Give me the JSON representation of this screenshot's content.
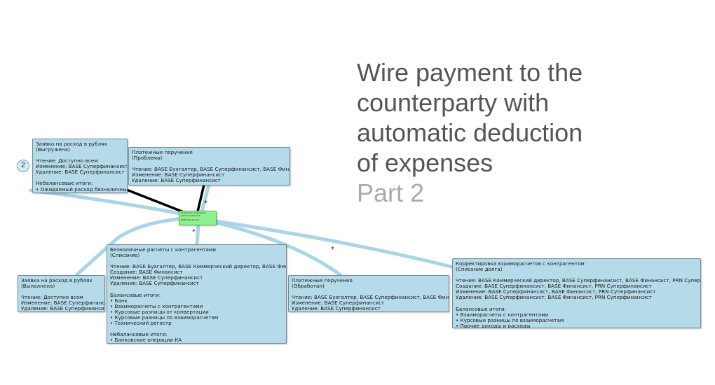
{
  "title": {
    "lines": [
      "Wire payment to the",
      "counterparty with",
      "automatic deduction",
      "of expenses"
    ],
    "subtitle": "Part 2"
  },
  "badge": "2",
  "edge_marker": "*",
  "colors": {
    "node_fill": "#b5dbea",
    "center_fill": "#8ef08e",
    "edge": "#a9d5e6",
    "edge_strong": "#000000"
  },
  "nodes": {
    "center": {
      "lines": [
        "Платежное поручение",
        "(Запись платежа)",
        "",
        "BASE Финансист"
      ]
    },
    "request_uploaded": {
      "lines": [
        "Заявка на расход в рублях",
        "(Выгружена)",
        "",
        "Чтение: Доступно всем",
        "Изменение: BASE Суперфинансист",
        "Удаление: BASE Суперфинансист",
        "",
        "Небалансовые итоги:",
        "• Ожидаемый расход безналичных ДС"
      ]
    },
    "payment_problem": {
      "lines": [
        "Платежные поручения",
        "(Проблема)",
        "",
        "Чтение: BASE Бухгалтер, BASE Суперфинансист, BASE Финансист",
        "Изменение: BASE Суперфинансист",
        "Удаление: BASE Суперфинансист"
      ]
    },
    "request_done": {
      "lines": [
        "Заявка на расход в рублях",
        "(Выполнена)",
        "",
        "Чтение: Доступно всем",
        "Изменение: BASE Суперфинансист",
        "Удаление: BASE Суперфинансист"
      ]
    },
    "cashless_writeoff": {
      "lines": [
        "Безналичные расчеты с контрагентами",
        "(Списание)",
        "",
        "Чтение: BASE Бухгалтер, BASE Коммерческий директор, BASE Финансист",
        "Создание: BASE Финансист",
        "Изменение: BASE Суперфинансист",
        "Удаление: BASE Суперфинансист",
        "",
        "Балансовые итоги:",
        "• Банк",
        "• Взаиморасчеты с контрагентами",
        "• Курсовые разницы от конвертации",
        "• Курсовые разницы по взаиморасчетам",
        "• Технический регистр",
        "",
        "Небалансовые итоги:",
        "• Банковские операции КА"
      ]
    },
    "payment_processed": {
      "lines": [
        "Платежные поручения",
        "(Обработан)",
        "",
        "Чтение: BASE Бухгалтер, BASE Суперфинансист, BASE Финансист",
        "Изменение: BASE Суперфинансист",
        "Удаление: BASE Суперфинансист"
      ]
    },
    "debt_adjustment": {
      "lines": [
        "Корректировка взаиморасчетов с контрагентом",
        "(Списание долга)",
        "",
        "Чтение: BASE Коммерческий директор, BASE Суперфинансист, BASE Финансист, PRN Суперфинансист",
        "Создание: BASE Суперфинансист, BASE Финансист, PRN Суперфинансист",
        "Изменение: BASE Суперфинансист, BASE Финансист, PRN Суперфинансист",
        "Удаление: BASE Суперфинансист, BASE Финансист, PRN Суперфинансист",
        "",
        "Балансовые итоги:",
        "• Взаиморасчеты с контрагентами",
        "• Курсовые разницы по взаиморасчетам",
        "• Прочие доходы и расходы"
      ]
    }
  }
}
